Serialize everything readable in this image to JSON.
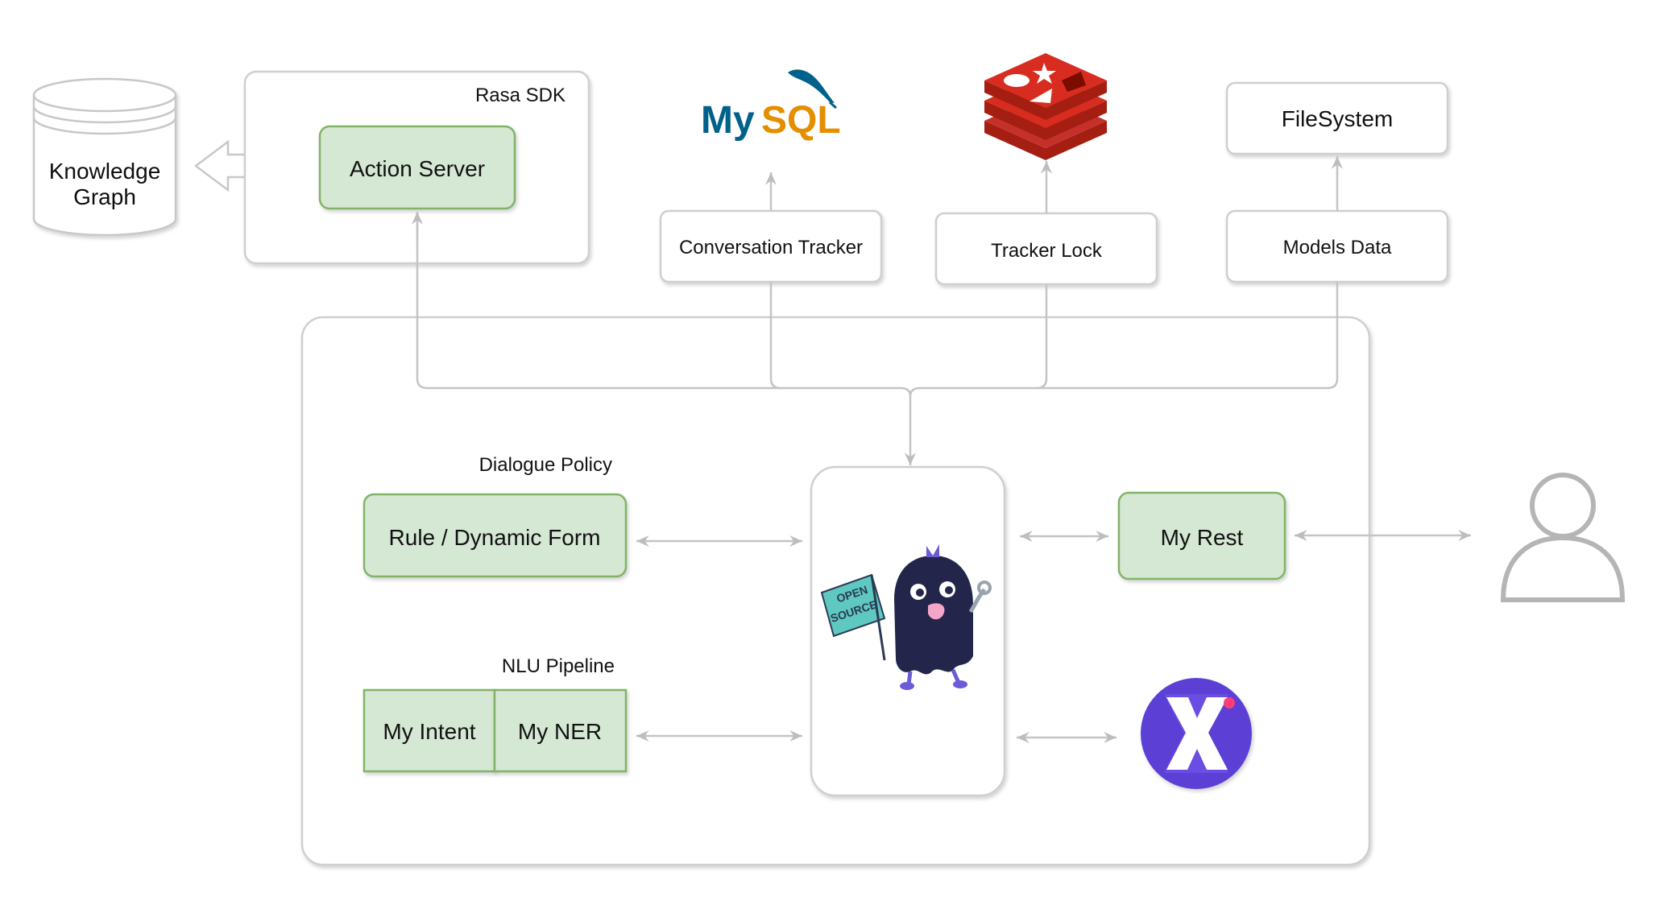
{
  "colors": {
    "green_fill": "#d5e8d4",
    "green_stroke": "#82b366",
    "box_stroke": "#cfcfcf",
    "connector": "#c4c4c4",
    "redis_red": "#c6302b",
    "mysql_blue": "#00618a",
    "mysql_orange": "#e48e00",
    "logo_purple": "#5b3fd6"
  },
  "knowledge_graph": {
    "line1": "Knowledge",
    "line2": "Graph"
  },
  "rasa_sdk": {
    "title": "Rasa SDK",
    "action_server": "Action Server"
  },
  "storage": {
    "mysql_logo": {
      "my": "My",
      "sql": "SQL"
    },
    "conversation_tracker": "Conversation Tracker",
    "tracker_lock": "Tracker Lock",
    "filesystem": "FileSystem",
    "models_data": "Models Data"
  },
  "dialogue_policy": {
    "title": "Dialogue Policy",
    "box": "Rule / Dynamic Form"
  },
  "nlu_pipeline": {
    "title": "NLU Pipeline",
    "intent": "My Intent",
    "ner": "My NER"
  },
  "core": {
    "mascot_icon": "rasa-mascot-icon",
    "flag_line1": "OPEN",
    "flag_line2": "SOURCE"
  },
  "channels": {
    "my_rest": "My Rest",
    "x_logo": "rasa-x-logo-icon"
  },
  "user": {
    "icon": "user-icon"
  }
}
